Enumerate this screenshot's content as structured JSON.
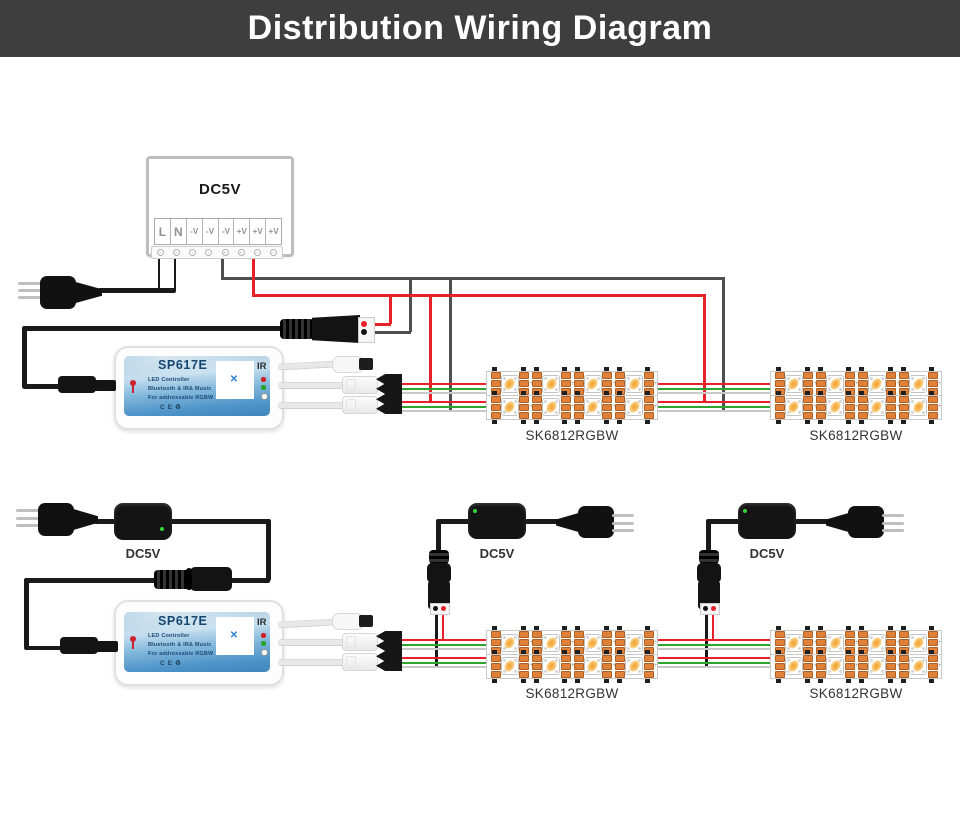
{
  "header": {
    "title": "Distribution Wiring Diagram"
  },
  "palette": {
    "header_bg": "#3e3e3e",
    "wire_red": "#e62129",
    "wire_green": "#2fa32f",
    "wire_dark": "#4f4f4f",
    "wire_black": "#1a1a1a",
    "wire_gray": "#c9c9c9",
    "pad_orange": "#e0813a",
    "label_blue": "#4d94c9"
  },
  "controller": {
    "model": "SP617E",
    "type": "LED Controller",
    "feature": "Bluetooth & IR& Music",
    "target": "For addressable RGBW",
    "ir_label": "IR",
    "cert_ce": "CE",
    "cert_recycle": "♻"
  },
  "top_diagram": {
    "psu": {
      "label": "DC5V",
      "terminals": [
        "L",
        "N",
        "-V",
        "-V",
        "-V",
        "+V",
        "+V",
        "+V"
      ]
    },
    "strip1_label": "SK6812RGBW",
    "strip2_label": "SK6812RGBW"
  },
  "bottom_diagram": {
    "adapter1_label": "DC5V",
    "adapter2_label": "DC5V",
    "adapter3_label": "DC5V",
    "strip1_label": "SK6812RGBW",
    "strip2_label": "SK6812RGBW"
  }
}
